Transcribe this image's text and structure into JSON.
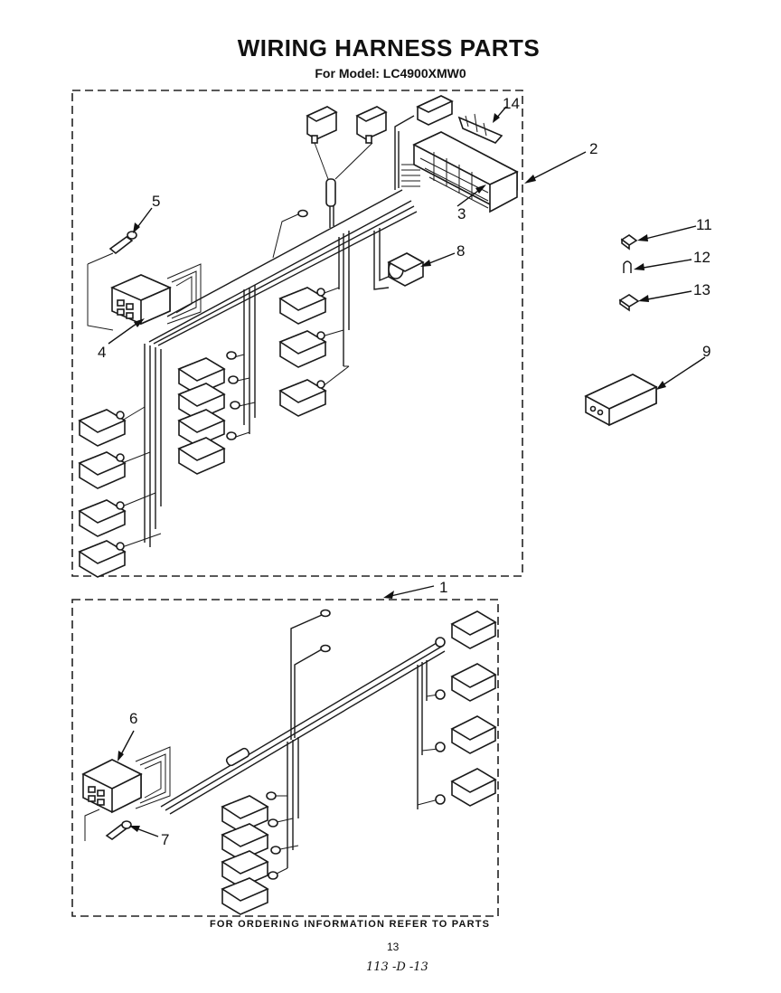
{
  "header": {
    "title": "WIRING HARNESS PARTS",
    "model_line": "For Model: LC4900XMW0"
  },
  "callouts": [
    "1",
    "2",
    "3",
    "4",
    "5",
    "6",
    "7",
    "8",
    "9",
    "11",
    "12",
    "13",
    "14"
  ],
  "footer": {
    "ordering_note": "FOR ORDERING INFORMATION REFER TO PARTS",
    "page_number": "13",
    "document_code": "113 -D -13"
  }
}
